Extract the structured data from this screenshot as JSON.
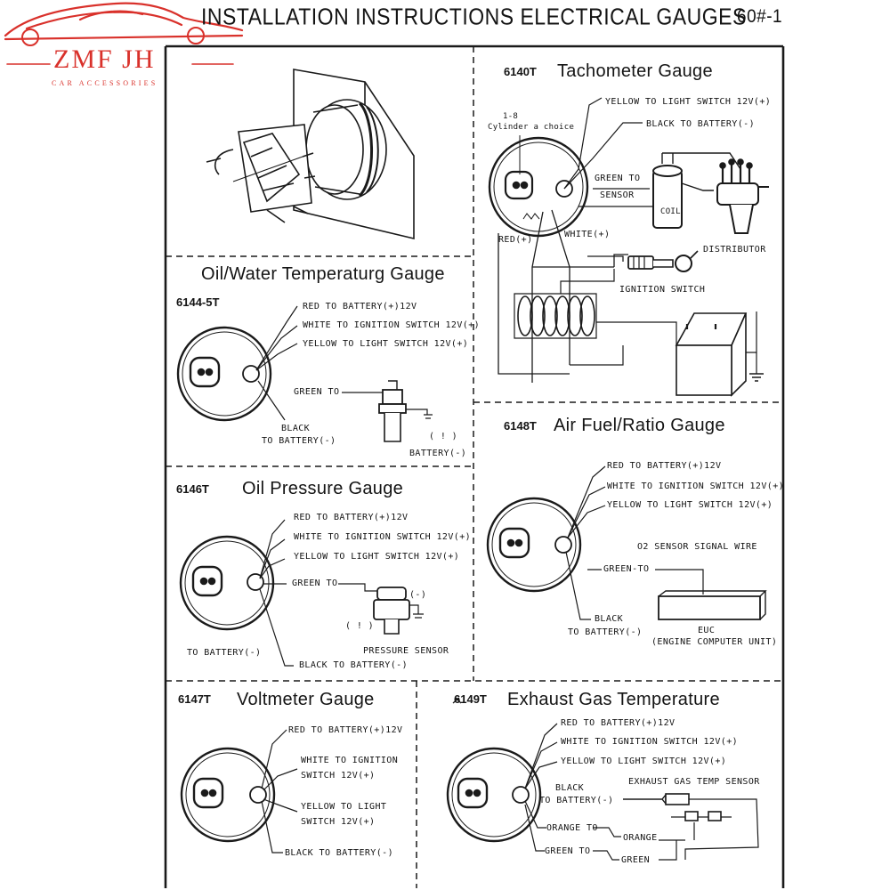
{
  "brand": {
    "name": "ZMF JH",
    "tagline": "CAR ACCESSORIES",
    "color": "#d9312b"
  },
  "sheet": {
    "title": "INSTALLATION INSTRUCTIONS ELECTRICAL GAUGES",
    "page_code": "60#-1"
  },
  "tachometer": {
    "code": "6140T",
    "title": "Tachometer Gauge",
    "cyl_1": "1-8",
    "cyl_2": "Cylinder a choice",
    "yellow": "YELLOW TO LIGHT SWITCH 12V(+)",
    "black": "BLACK TO BATTERY(-)",
    "green_1": "GREEN TO",
    "green_2": "SENSOR",
    "red": "RED(+)",
    "white": "WHITE(+)",
    "coil": "COIL",
    "distributor": "DISTRIBUTOR",
    "ignition": "IGNITION SWITCH"
  },
  "oil_water": {
    "code": "6144-5T",
    "title": "Oil/Water Temperaturg Gauge",
    "red": "RED TO BATTERY(+)12V",
    "white": "WHITE TO IGNITION SWITCH 12V(+)",
    "yellow": "YELLOW TO LIGHT SWITCH 12V(+)",
    "green": "GREEN TO",
    "black_1": "BLACK",
    "black_2": "TO BATTERY(-)",
    "paren": "( ! )",
    "battery": "BATTERY(-)"
  },
  "oil_pressure": {
    "code": "6146T",
    "title": "Oil Pressure Gauge",
    "red": "RED TO BATTERY(+)12V",
    "white": "WHITE TO IGNITION SWITCH 12V(+)",
    "yellow": "YELLOW TO LIGHT SWITCH 12V(+)",
    "green": "GREEN TO",
    "minus": "(-)",
    "paren": "( ! )",
    "sensor": "PRESSURE SENSOR",
    "to_battery": "TO BATTERY(-)",
    "black": "BLACK TO BATTERY(-)"
  },
  "air_fuel": {
    "code": "6148T",
    "title": "Air Fuel/Ratio Gauge",
    "red": "RED TO BATTERY(+)12V",
    "white": "WHITE TO IGNITION SWITCH 12V(+)",
    "yellow": "YELLOW TO LIGHT SWITCH 12V(+)",
    "o2": "O2 SENSOR SIGNAL WIRE",
    "green": "GREEN-TO",
    "black_1": "BLACK",
    "black_2": "TO BATTERY(-)",
    "ecu_1": "EUC",
    "ecu_2": "(ENGINE COMPUTER UNIT)"
  },
  "voltmeter": {
    "code": "6147T",
    "title": "Voltmeter Gauge",
    "red": "RED TO BATTERY(+)12V",
    "white_1": "WHITE TO IGNITION",
    "white_2": "SWITCH 12V(+)",
    "yellow_1": "YELLOW TO LIGHT",
    "yellow_2": "SWITCH 12V(+)",
    "black": "BLACK TO BATTERY(-)"
  },
  "exhaust": {
    "code": "6149T",
    "title": "Exhaust Gas Temperature",
    "red": "RED TO BATTERY(+)12V",
    "white": "WHITE TO IGNITION SWITCH 12V(+)",
    "yellow": "YELLOW TO LIGHT SWITCH 12V(+)",
    "black_1": "BLACK",
    "black_2": "TO BATTERY(-)",
    "sensor": "EXHAUST GAS TEMP SENSOR",
    "orange_to": "ORANGE TO",
    "orange": "ORANGE",
    "green_to": "GREEN TO",
    "green": "GREEN"
  }
}
